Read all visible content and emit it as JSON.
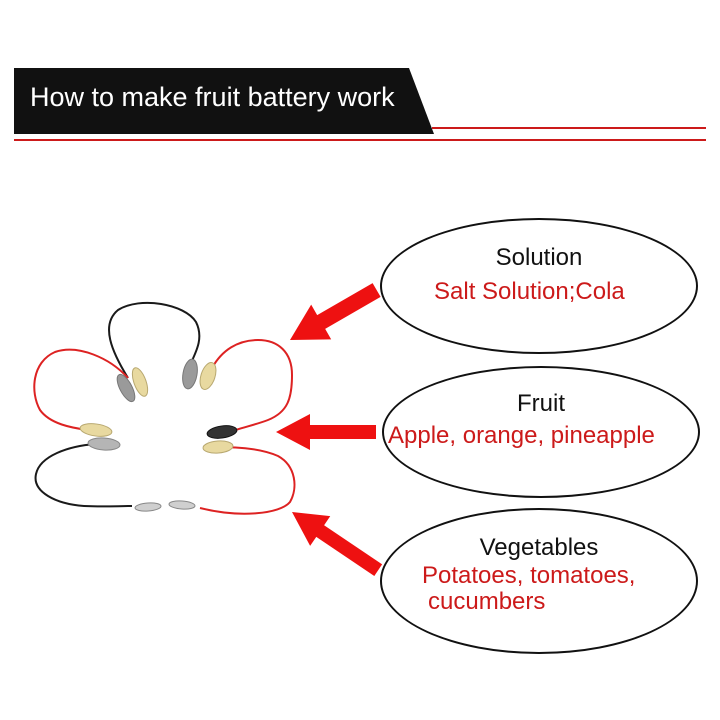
{
  "header": {
    "title": "How to make fruit battery work",
    "banner_color": "#111111",
    "line_color": "#cc1a1a"
  },
  "bubbles": [
    {
      "heading": "Solution",
      "body": "Salt Solution;Cola"
    },
    {
      "heading": "Fruit",
      "body": "Apple, orange, pineapple"
    },
    {
      "heading": "Vegetables",
      "body_line1": "Potatoes, tomatoes,",
      "body_line2": "cucumbers"
    }
  ],
  "colors": {
    "text_red": "#cc1a1a",
    "arrow_red": "#ee1111",
    "wire_red": "#dd2222",
    "wire_black": "#1a1a1a",
    "clip_gold": "#e8d9a0",
    "clip_gray": "#9a9a9a",
    "clip_dark": "#333333"
  },
  "icons": [
    "red-arrow-icon",
    "alligator-clip-icon",
    "wire-icon"
  ]
}
